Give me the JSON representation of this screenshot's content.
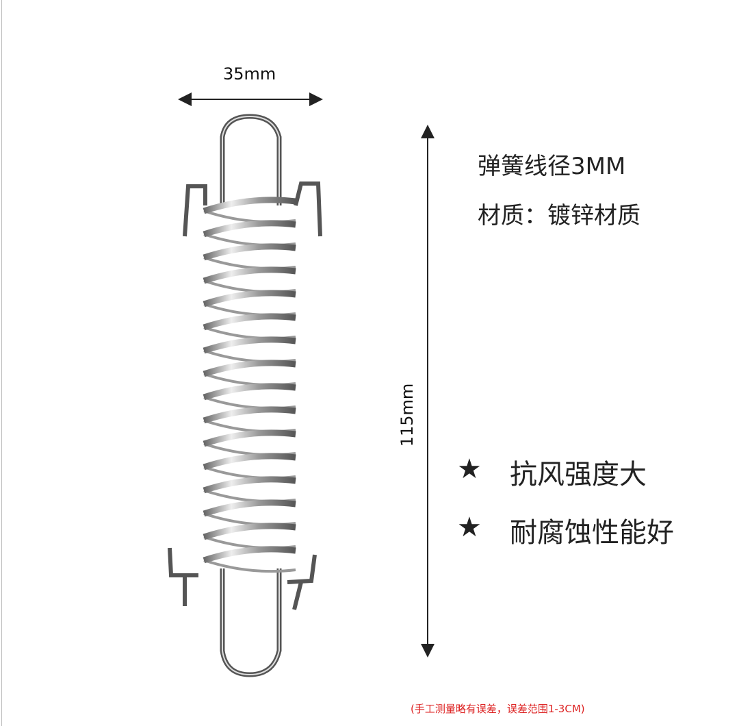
{
  "dimensions": {
    "width_label": "35mm",
    "height_label": "115mm"
  },
  "specs": [
    {
      "text": "弹簧线径3MM"
    },
    {
      "text": "材质：镀锌材质"
    }
  ],
  "features": [
    {
      "icon": "star-icon",
      "star": "★",
      "text": "抗风强度大"
    },
    {
      "icon": "star-icon",
      "star": "★",
      "text": "耐腐蚀性能好"
    }
  ],
  "note": "(手工测量略有误差，误差范围1-3CM)",
  "colors": {
    "note": "#dd2222",
    "text": "#222222"
  }
}
